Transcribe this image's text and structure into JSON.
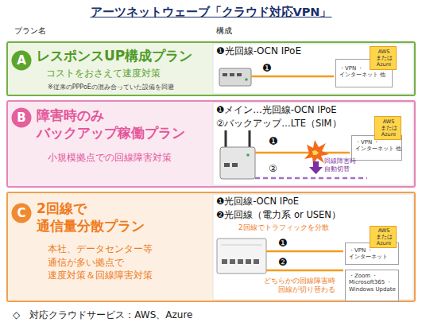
{
  "diagram": {
    "title": "アーツネットウェーブ「クラウド対応VPN」",
    "caption": "◇　対応クラウドサービス：AWS、Azure",
    "nodes": [
      {
        "text": [
          "レスポンスUP構成プラン",
          "コストをおさえて速度対策",
          "※従来のPPPoEの混み合っていた設備を回避"
        ]
      },
      {
        "text": [
          "A"
        ],
        "in": 0
      },
      {
        "text": [
          "・VPN ・インターネット 他"
        ],
        "in": 0
      },
      {
        "text": [
          "AWS または Azure"
        ],
        "in": 2
      },
      {
        "text": [
          "障害時のみ バックアップ稼働プラン",
          "小規模拠点での回線障害対策"
        ]
      },
      {
        "text": [
          "B"
        ],
        "in": 4
      },
      {
        "text": [
          "・VPN ・インターネット 他"
        ],
        "in": 4
      },
      {
        "text": [
          "AWS または Azure"
        ],
        "in": 6
      },
      {
        "text": [
          "2回線で 通信量分散プラン",
          "本社、データセンター等 通信が多い拠点で 速度対策＆回線障害対策"
        ]
      },
      {
        "text": [
          "C"
        ],
        "in": 8
      },
      {
        "text": [
          "・VPN ・インターネット"
        ],
        "in": 8
      },
      {
        "text": [
          "AWS または Azure"
        ],
        "in": 10
      },
      {
        "text": [
          "・Zoom ・Microsoft365 ・Windows Update"
        ],
        "in": 8
      }
    ],
    "labels": [
      "プラン名",
      "構成",
      "❶光回線-OCN IPoE",
      "❶",
      "❶メイン…光回線-OCN IPoE",
      "②バックアップ…LTE（SIM）",
      "❶",
      "②",
      "回線障害時 自動切替",
      "❶光回線-OCN IPoE",
      "❷光回線（電力系 or USEN）",
      "2回線でトラフィックを分散",
      "❶",
      "❷",
      "どちらかの回線障害時 回線が切り替わる"
    ]
  }
}
